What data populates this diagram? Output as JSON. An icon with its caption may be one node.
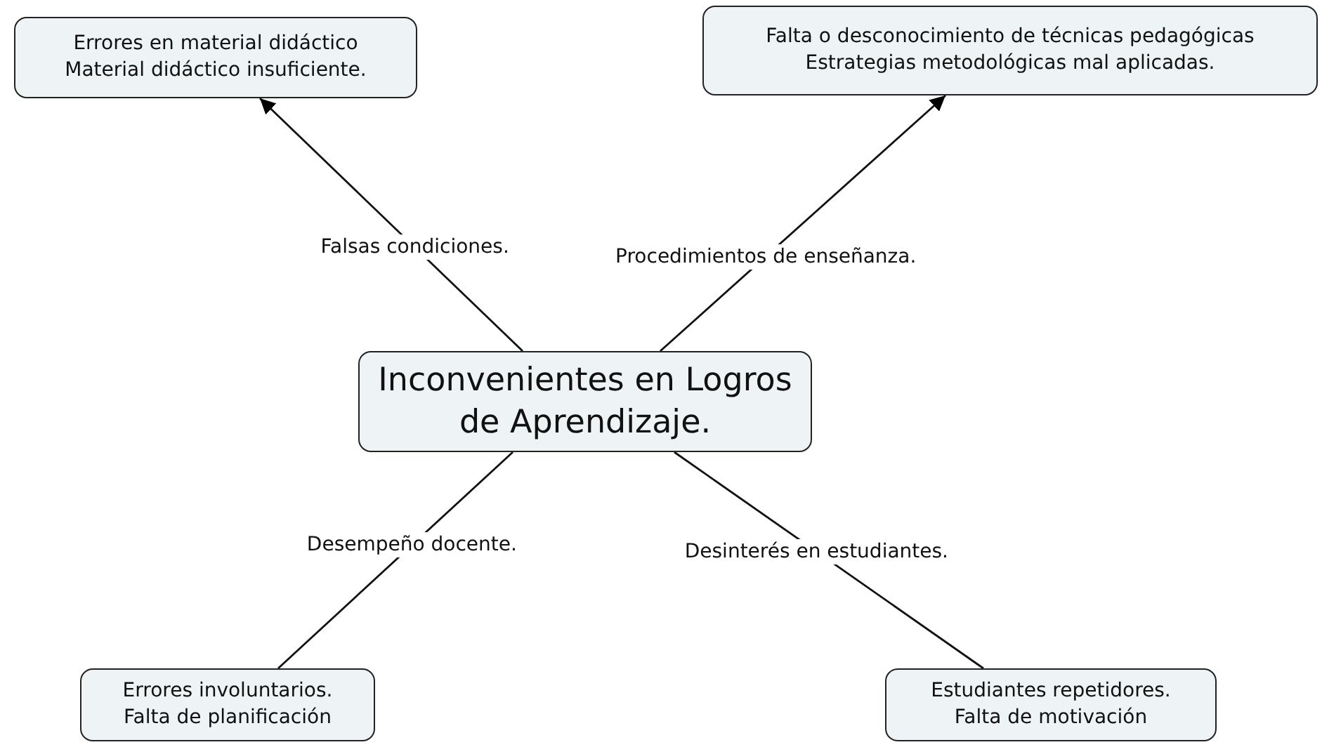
{
  "diagram": {
    "nodes": [
      {
        "text": [
          "Inconvenientes en Logros de Aprendizaje."
        ]
      },
      {
        "text": [
          "Errores en material didáctico",
          "Material didáctico insuficiente."
        ]
      },
      {
        "text": [
          "Falta o desconocimiento de técnicas pedagógicas",
          "Estrategias metodológicas mal aplicadas."
        ]
      },
      {
        "text": [
          "Errores involuntarios.",
          "Falta de planificación"
        ]
      },
      {
        "text": [
          "Estudiantes repetidores.",
          "Falta de motivación"
        ]
      }
    ],
    "edges": [
      {
        "from": 0,
        "to": 1,
        "arrow": "to",
        "label": "Falsas condiciones."
      },
      {
        "from": 0,
        "to": 2,
        "arrow": "to",
        "label": "Procedimientos de enseñanza."
      },
      {
        "from": 0,
        "to": 3,
        "arrow": "none",
        "label": "Desempeño docente."
      },
      {
        "from": 0,
        "to": 4,
        "arrow": "none",
        "label": "Desinterés en estudiantes."
      }
    ]
  }
}
